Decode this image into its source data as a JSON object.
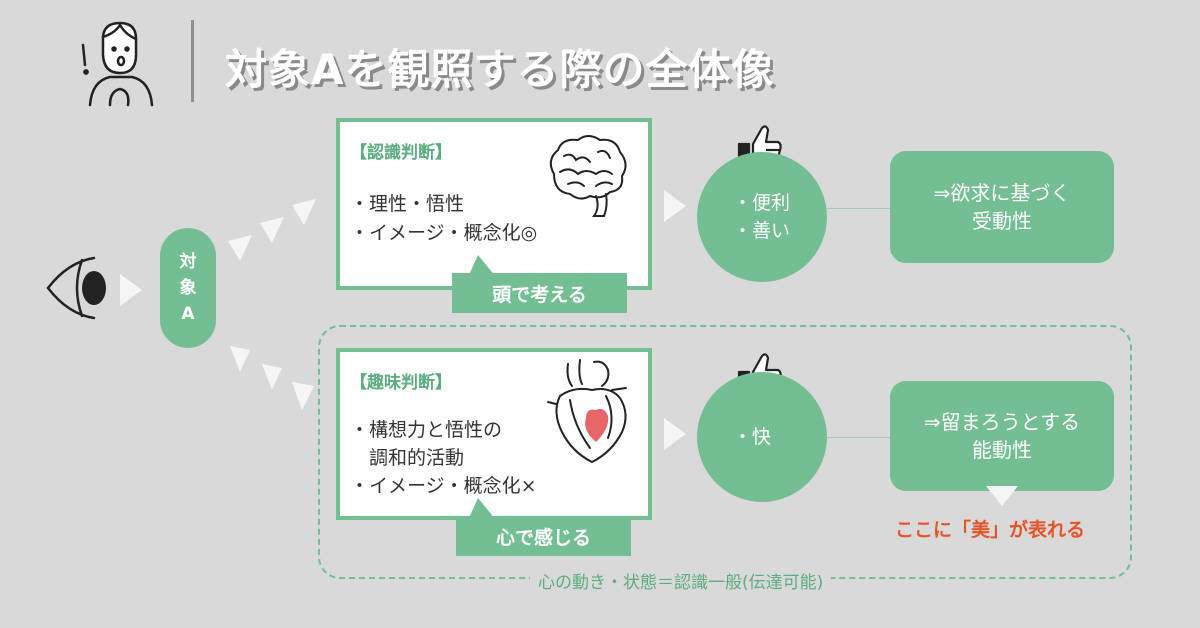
{
  "title": "対象Aを観照する際の全体像",
  "object_label": [
    "対",
    "象",
    "A"
  ],
  "top_box": {
    "heading": "【認識判断】",
    "lines": [
      "・理性・悟性",
      "・イメージ・概念化◎"
    ],
    "tag": "頭で考える"
  },
  "top_circle": {
    "lines": [
      "・便利",
      "・善い"
    ]
  },
  "top_result": {
    "lines": [
      "⇒欲求に基づく",
      "受動性"
    ]
  },
  "bottom_box": {
    "heading": "【趣味判断】",
    "lines": [
      "・構想力と悟性の",
      "　調和的活動",
      "・イメージ・概念化×"
    ],
    "tag": "心で感じる"
  },
  "bottom_circle": {
    "lines": [
      "・快"
    ]
  },
  "bottom_result": {
    "lines": [
      "⇒留まろうとする",
      "能動性"
    ]
  },
  "beauty_note": "ここに「美」が表れる",
  "dashed_caption": "心の動き・状態＝認識一般(伝達可能)",
  "colors": {
    "green": "#73bf93",
    "accent": "#e8542a",
    "background": "#d9d9d9"
  }
}
